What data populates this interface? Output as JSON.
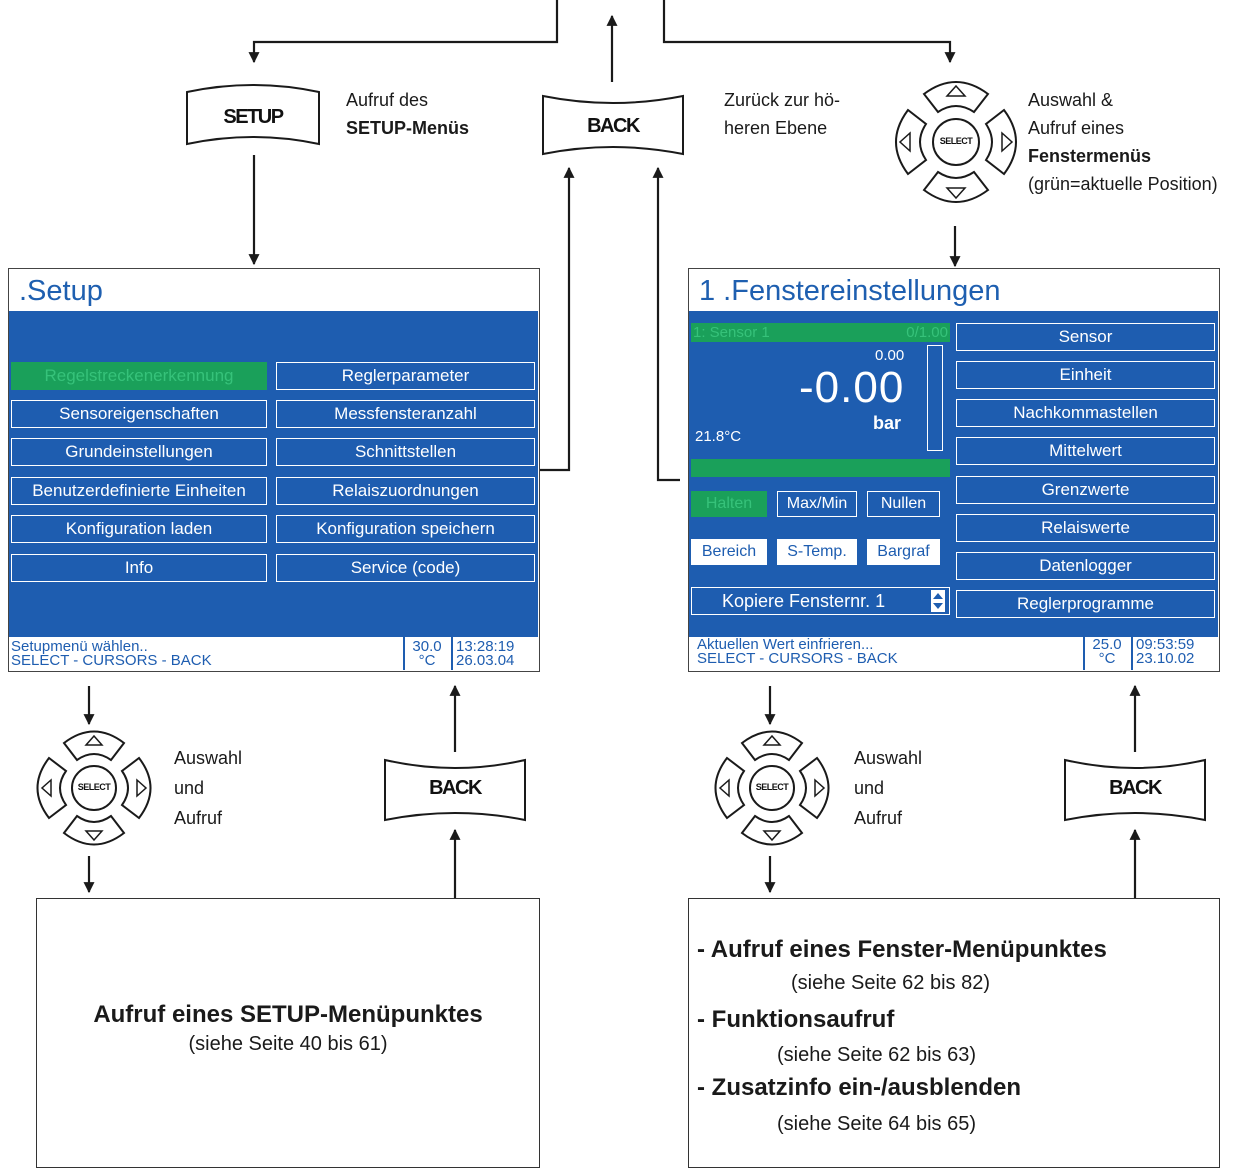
{
  "keys": {
    "setup": "SETUP",
    "back": "BACK",
    "select": "SELECT"
  },
  "descriptions": {
    "setup_line1": "Aufruf des",
    "setup_line2": "SETUP-Menüs",
    "back_line1": "Zurück zur hö-",
    "back_line2": "heren Ebene",
    "select_line1": "Auswahl &",
    "select_line2": "Aufruf eines",
    "select_line3": "Fenstermenüs",
    "select_line4": "(grün=aktuelle Position)",
    "pad_line1": "Auswahl",
    "pad_line2": "und",
    "pad_line3": "Aufruf"
  },
  "setup_screen": {
    "title": ".Setup",
    "menu_left": [
      "Regelstreckenerkennung",
      "Sensoreigenschaften",
      "Grundeinstellungen",
      "Benutzerdefinierte Einheiten",
      "Konfiguration laden",
      "Info"
    ],
    "menu_right": [
      "Reglerparameter",
      "Messfensteranzahl",
      "Schnittstellen",
      "Relaiszuordnungen",
      "Konfiguration speichern",
      "Service (code)"
    ],
    "status_line1": "Setupmenü wählen..",
    "status_line2": "SELECT - CURSORS - BACK",
    "temp_value": "30.0",
    "temp_unit": "°C",
    "time": "13:28:19",
    "date": "26.03.04"
  },
  "window_screen": {
    "title": "1 .Fenstereinstellungen",
    "sensor_label": "1: Sensor 1",
    "sensor_range": "0/1.00",
    "small_value": "0.00",
    "main_value": "-0.00",
    "unit": "bar",
    "temperature": "21.8°C",
    "buttons_row1": [
      "Halten",
      "Max/Min",
      "Nullen"
    ],
    "buttons_row2": [
      "Bereich",
      "S-Temp.",
      "Bargraf"
    ],
    "copy_label": "Kopiere Fensternr. 1",
    "menu": [
      "Sensor",
      "Einheit",
      "Nachkommastellen",
      "Mittelwert",
      "Grenzwerte",
      "Relaiswerte",
      "Datenlogger",
      "Reglerprogramme"
    ],
    "status_line1": "Aktuellen Wert einfrieren...",
    "status_line2": "SELECT - CURSORS - BACK",
    "temp_value": "25.0",
    "temp_unit": "°C",
    "time": "09:53:59",
    "date": "23.10.02"
  },
  "result_setup": {
    "title": "Aufruf eines SETUP-Menüpunktes",
    "ref": "(siehe Seite 40 bis 61)"
  },
  "result_window": {
    "item1": "- Aufruf eines Fenster-Menüpunktes",
    "ref1": "(siehe Seite 62 bis 82)",
    "item2": "- Funktionsaufruf",
    "ref2": "(siehe Seite 62 bis 63)",
    "item3": "- Zusatzinfo ein-/ausblenden",
    "ref3": "(siehe Seite 64 bis 65)"
  },
  "colors": {
    "screen_blue": "#1e5db0",
    "title_blue": "#1e5fb0",
    "selected_green": "#1aa05a"
  }
}
